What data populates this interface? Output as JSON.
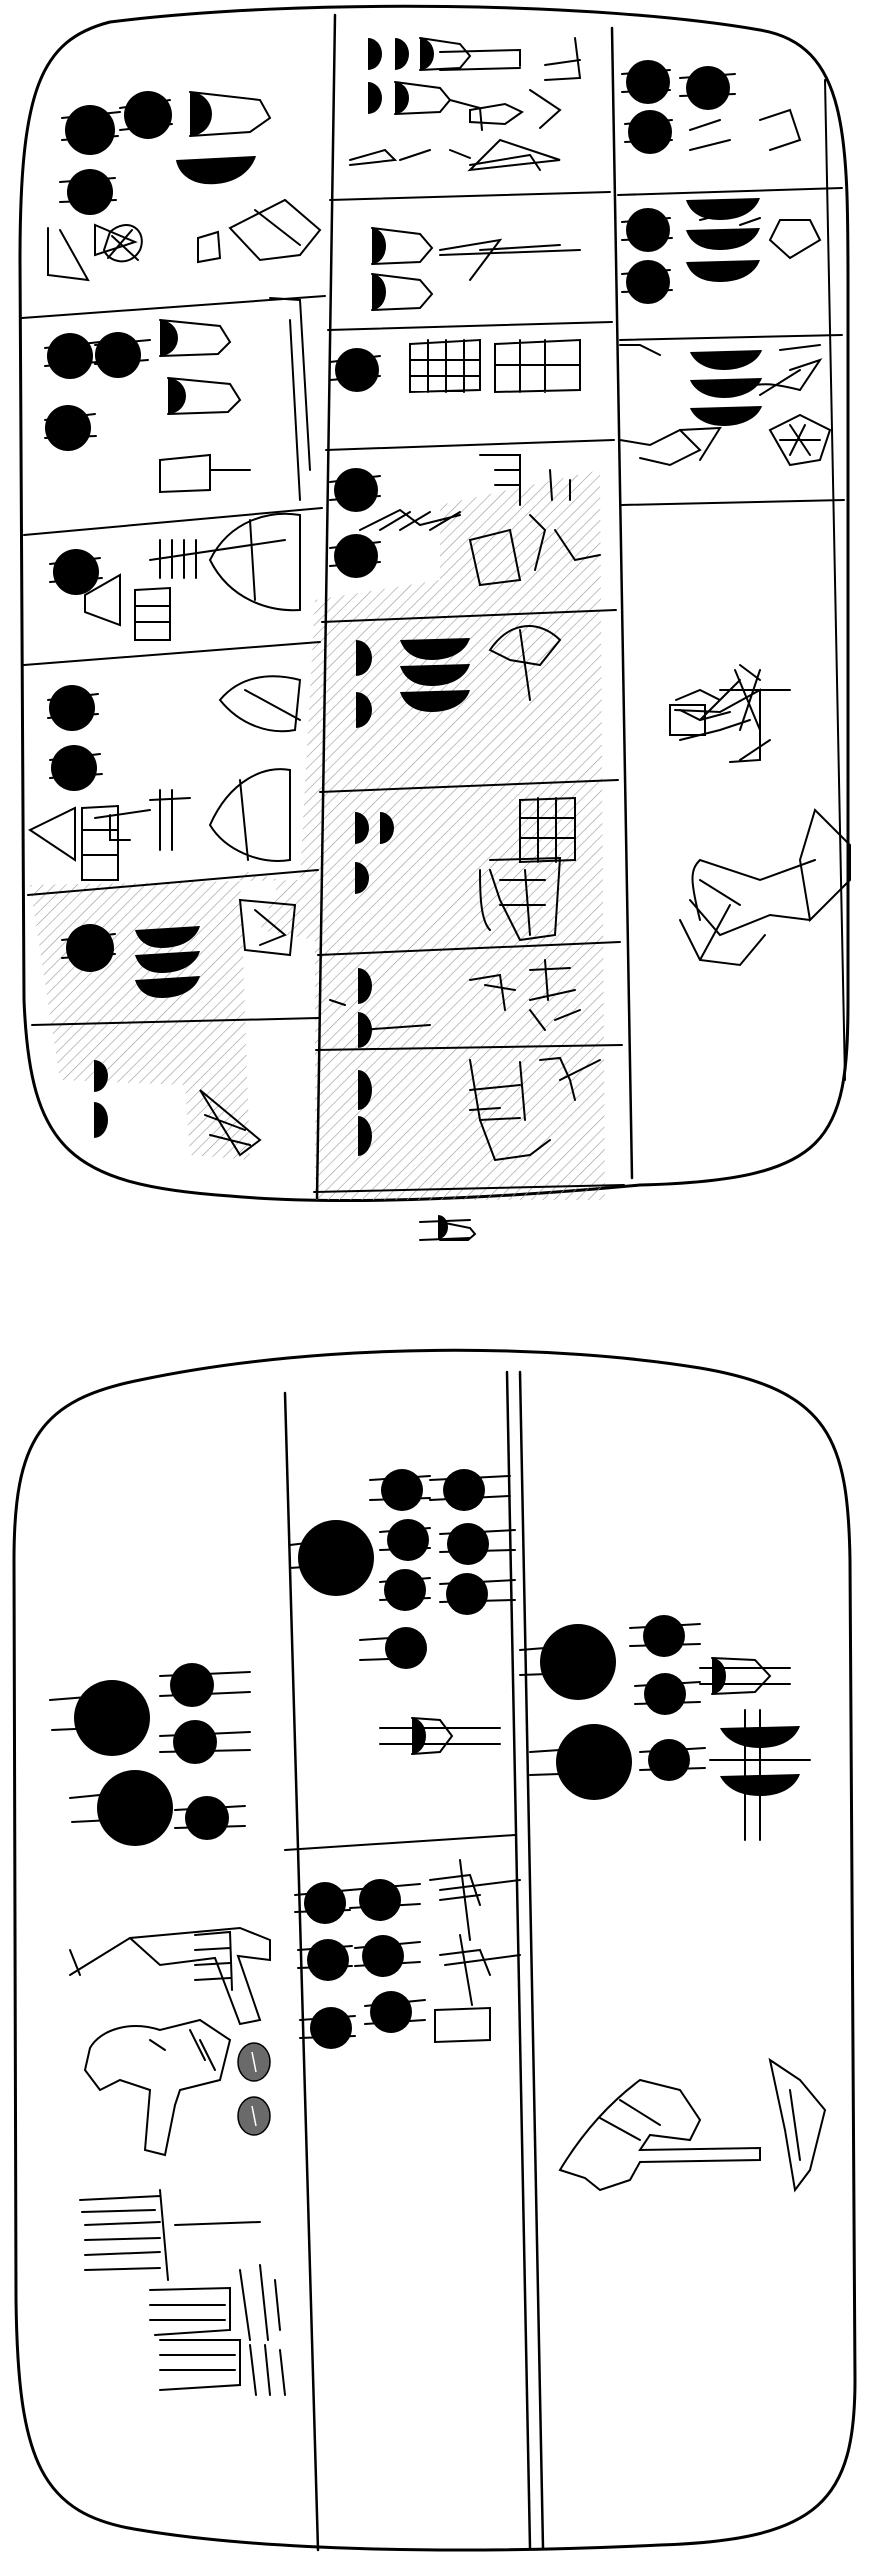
{
  "figure": {
    "kind": "cuneiform tablet line drawing",
    "views": [
      "obverse",
      "reverse"
    ],
    "text": []
  },
  "colors": {
    "ink": "#000000",
    "background": "#ffffff",
    "damage_hatch": "#9a9a9a",
    "seal_mark": "#6a6a6a"
  },
  "obverse": {
    "columns": 3,
    "damaged_area_shown": true
  },
  "reverse": {
    "columns": 3,
    "seal_impressions": 2
  }
}
